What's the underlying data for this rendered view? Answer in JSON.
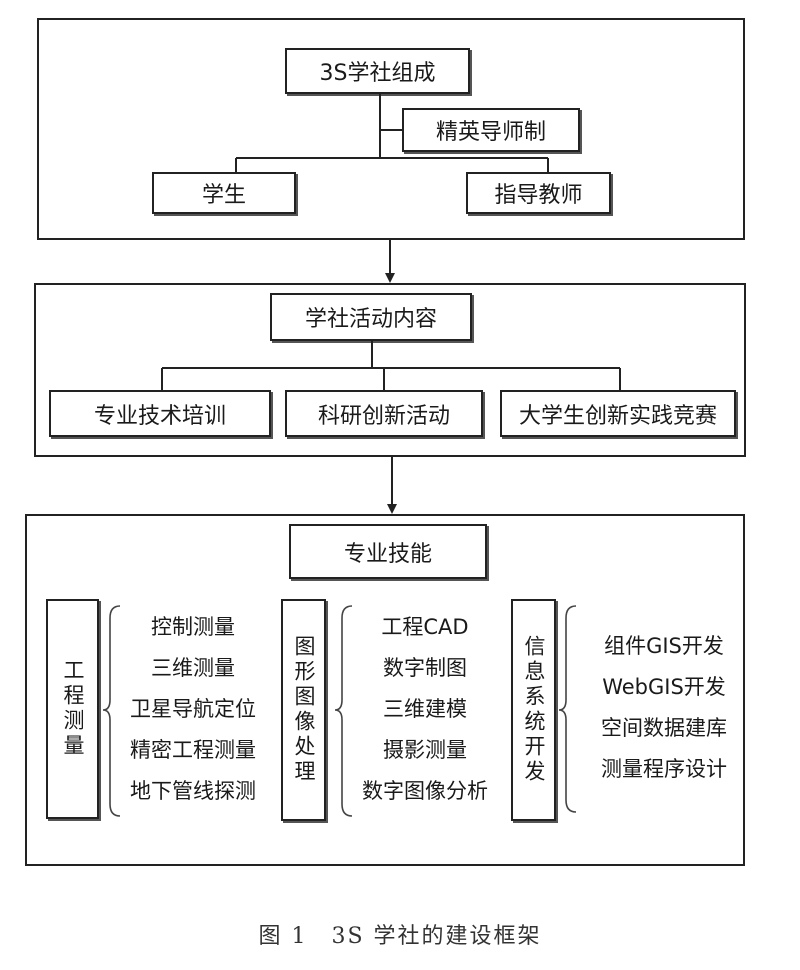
{
  "org": {
    "title": "3S学社组成",
    "mentor_system": "精英导师制",
    "students": "学生",
    "advisors": "指导教师"
  },
  "activities": {
    "title": "学社活动内容",
    "items": [
      "专业技术培训",
      "科研创新活动",
      "大学生创新实践竞赛"
    ]
  },
  "skills": {
    "title": "专业技能",
    "groups": [
      {
        "label": "工程测量",
        "items": [
          "控制测量",
          "三维测量",
          "卫星导航定位",
          "精密工程测量",
          "地下管线探测"
        ]
      },
      {
        "label": "图形图像处理",
        "items": [
          "工程CAD",
          "数字制图",
          "三维建模",
          "摄影测量",
          "数字图像分析"
        ]
      },
      {
        "label": "信息系统开发",
        "items": [
          "组件GIS开发",
          "WebGIS开发",
          "空间数据建库",
          "测量程序设计"
        ]
      }
    ]
  },
  "caption": "图 1　3S 学社的建设框架"
}
